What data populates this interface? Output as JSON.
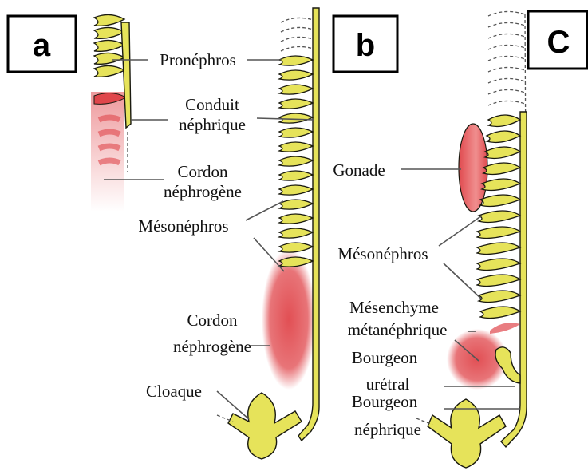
{
  "panels": {
    "a": {
      "letter": "a"
    },
    "b": {
      "letter": "b"
    },
    "c": {
      "letter": "C"
    }
  },
  "labels": {
    "pronephros": "Pronéphros",
    "conduit_line1": "Conduit",
    "conduit_line2": "néphrique",
    "cordon_a_line1": "Cordon",
    "cordon_a_line2": "néphrogène",
    "mesonephros_b": "Mésonéphros",
    "cordon_b_line1": "Cordon",
    "cordon_b_line2": "néphrogène",
    "cloaque": "Cloaque",
    "gonade": "Gonade",
    "mesonephros_c": "Mésonéphros",
    "mesenchyme_line1": "Mésenchyme",
    "mesenchyme_line2": "métanéphrique",
    "bourgeon_ur_line1": "Bourgeon",
    "bourgeon_ur_line2": "urétral",
    "bourgeon_ne_line1": "Bourgeon",
    "bourgeon_ne_line2": "néphrique"
  },
  "colors": {
    "tissue_yellow": "#e6e35a",
    "tissue_red": "#e0464b",
    "outline": "#1a1a10"
  }
}
